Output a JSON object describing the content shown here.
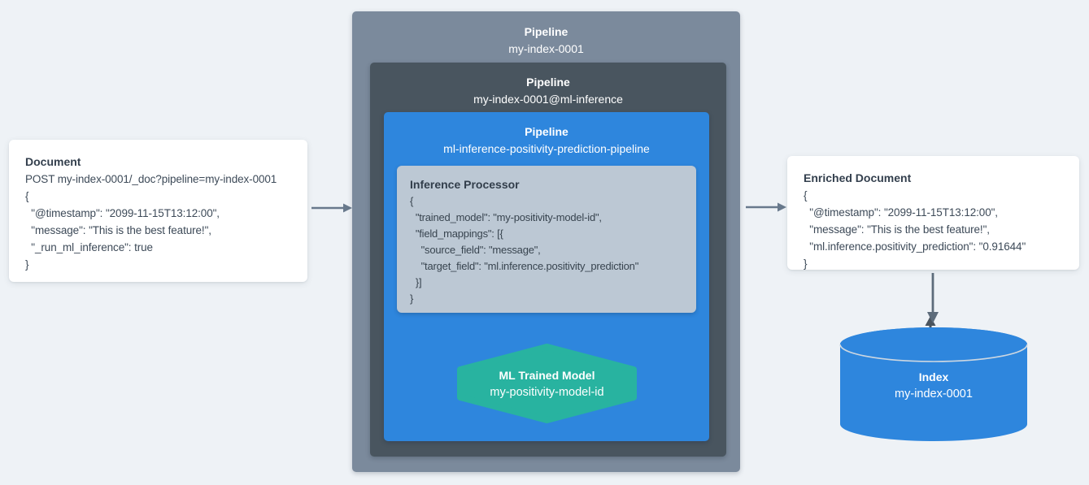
{
  "colors": {
    "background": "#eef2f6",
    "outer_pipeline_box": "#7b8a9c",
    "ml_inference_pipeline_box": "#49555f",
    "positivity_pipeline_box": "#2e86dd",
    "processor_box": "#bcc8d4",
    "model_hexagon": "#28b3a0",
    "index_cylinder": "#2e86dd",
    "card_background": "#ffffff",
    "body_text": "#3d4a58",
    "arrow_gray": "#68798c",
    "arrow_dark": "#4a545e"
  },
  "document_card": {
    "title": "Document",
    "lines": [
      "POST my-index-0001/_doc?pipeline=my-index-0001",
      "{",
      "  \"@timestamp\": \"2099-11-15T13:12:00\",",
      "  \"message\": \"This is the best feature!\",",
      "  \"_run_ml_inference\": true",
      "}"
    ]
  },
  "pipelines": {
    "outer": {
      "title": "Pipeline",
      "name": "my-index-0001"
    },
    "ml_inference": {
      "title": "Pipeline",
      "name": "my-index-0001@ml-inference"
    },
    "positivity": {
      "title": "Pipeline",
      "name": "ml-inference-positivity-prediction-pipeline"
    }
  },
  "inference_processor": {
    "title": "Inference Processor",
    "lines": [
      "{",
      "  \"trained_model\": \"my-positivity-model-id\",",
      "  \"field_mappings\": [{",
      "    \"source_field\": \"message\",",
      "    \"target_field\": \"ml.inference.positivity_prediction\"",
      "  }]",
      "}"
    ]
  },
  "trained_model": {
    "title": "ML Trained Model",
    "name": "my-positivity-model-id"
  },
  "enriched_document_card": {
    "title": "Enriched Document",
    "lines": [
      "{",
      "  \"@timestamp\": \"2099-11-15T13:12:00\",",
      "  \"message\": \"This is the best feature!\",",
      "  \"ml.inference.positivity_prediction\": \"0.91644\"",
      "}"
    ]
  },
  "index": {
    "title": "Index",
    "name": "my-index-0001"
  }
}
